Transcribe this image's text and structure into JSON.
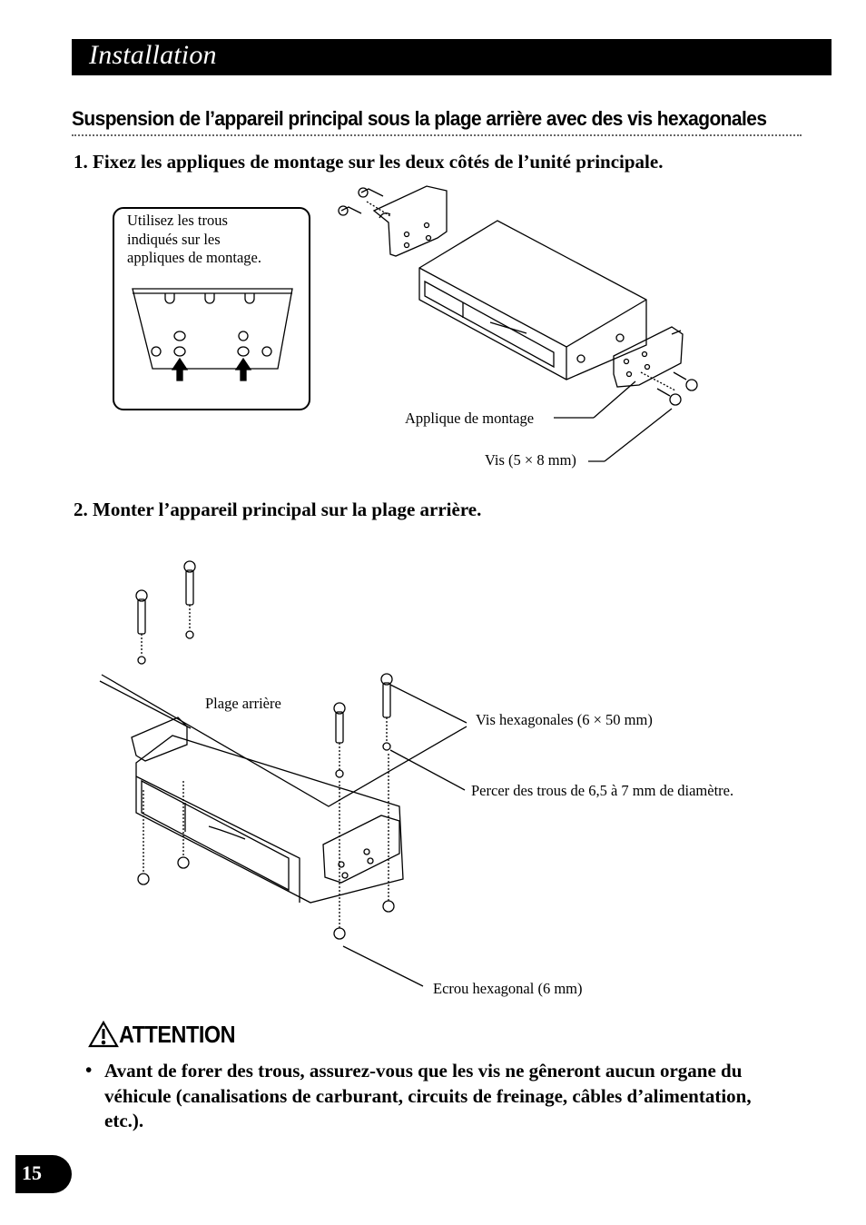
{
  "header": {
    "title": "Installation"
  },
  "section": {
    "title": "Suspension de l’appareil principal sous la plage arrière avec des vis hexagonales"
  },
  "step1": {
    "text": "1.  Fixez les appliques de montage sur les deux côtés de l’unité principale."
  },
  "callout": {
    "lines": [
      "Utilisez les trous",
      "indiqués sur les",
      "appliques de montage."
    ]
  },
  "figure1": {
    "bracket_label": "Applique de montage",
    "screw_label": "Vis (5 × 8 mm)"
  },
  "step2": {
    "text": "2.  Monter l’appareil principal sur la plage arrière."
  },
  "figure2": {
    "shelf_label": "Plage arrière",
    "hex_screw_label": "Vis hexagonales (6 × 50 mm)",
    "drill_label": "Percer des trous de 6,5 à 7 mm de diamètre.",
    "hex_nut_label": "Ecrou hexagonal (6 mm)"
  },
  "attention": {
    "title": "ATTENTION",
    "bullet": "•",
    "text": "Avant de forer des trous, assurez-vous que les vis ne gêneront aucun organe du véhicule (canalisations de carburant, circuits de freinage, câbles d’alimentation, etc.)."
  },
  "page": {
    "number": "15"
  },
  "icons": {
    "warning": "warning-triangle-icon"
  }
}
